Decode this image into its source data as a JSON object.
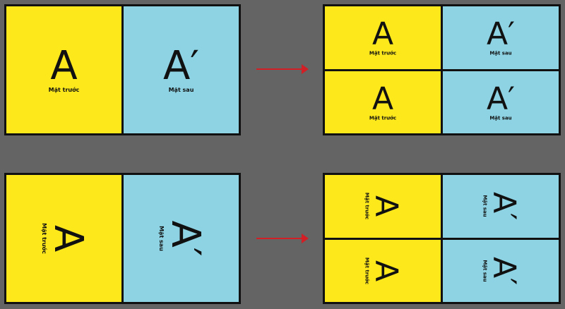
{
  "front": {
    "letter": "A",
    "label": "Mặt trước",
    "color": "#fde81b"
  },
  "back": {
    "letter": "A′",
    "label": "Mặt sau",
    "color": "#8dd3e3"
  },
  "arrow_color": "#d21f26"
}
